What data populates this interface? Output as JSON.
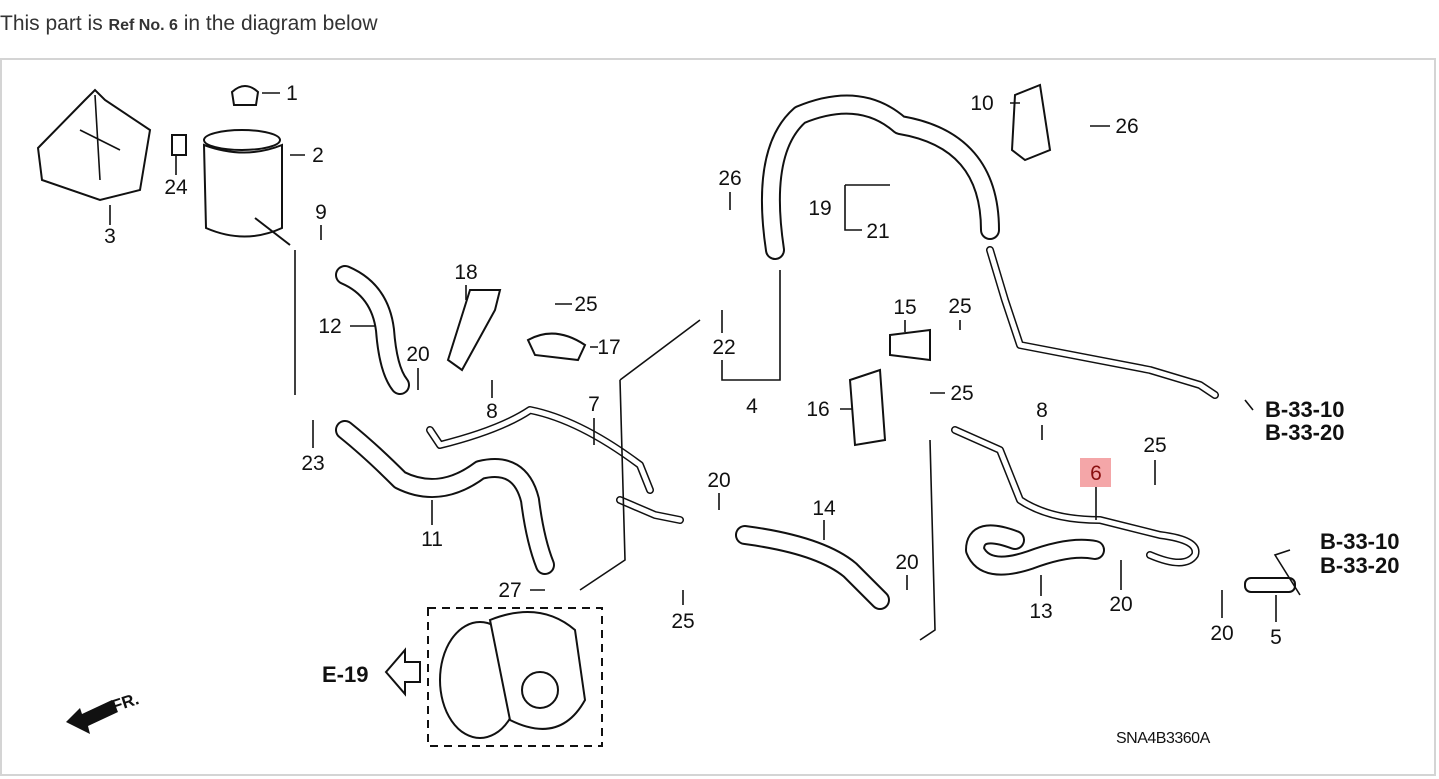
{
  "caption": {
    "prefix": "This part is",
    "ref": "Ref No. 6",
    "suffix": "in the diagram below"
  },
  "diagram": {
    "highlighted_ref": "6",
    "highlight_color": "#f4a6a8",
    "callouts": [
      "1",
      "2",
      "24",
      "3",
      "9",
      "12",
      "18",
      "25",
      "17",
      "20",
      "8",
      "7",
      "23",
      "11",
      "26",
      "19",
      "21",
      "22",
      "4",
      "10",
      "26",
      "15",
      "25",
      "16",
      "25",
      "8",
      "6",
      "25",
      "20",
      "14",
      "20",
      "27",
      "25",
      "13",
      "20",
      "20",
      "5"
    ],
    "references": [
      "B-33-10",
      "B-33-20",
      "B-33-10",
      "B-33-20",
      "E-19"
    ],
    "front_marker": "FR.",
    "diagram_code": "SNA4B3360A"
  }
}
